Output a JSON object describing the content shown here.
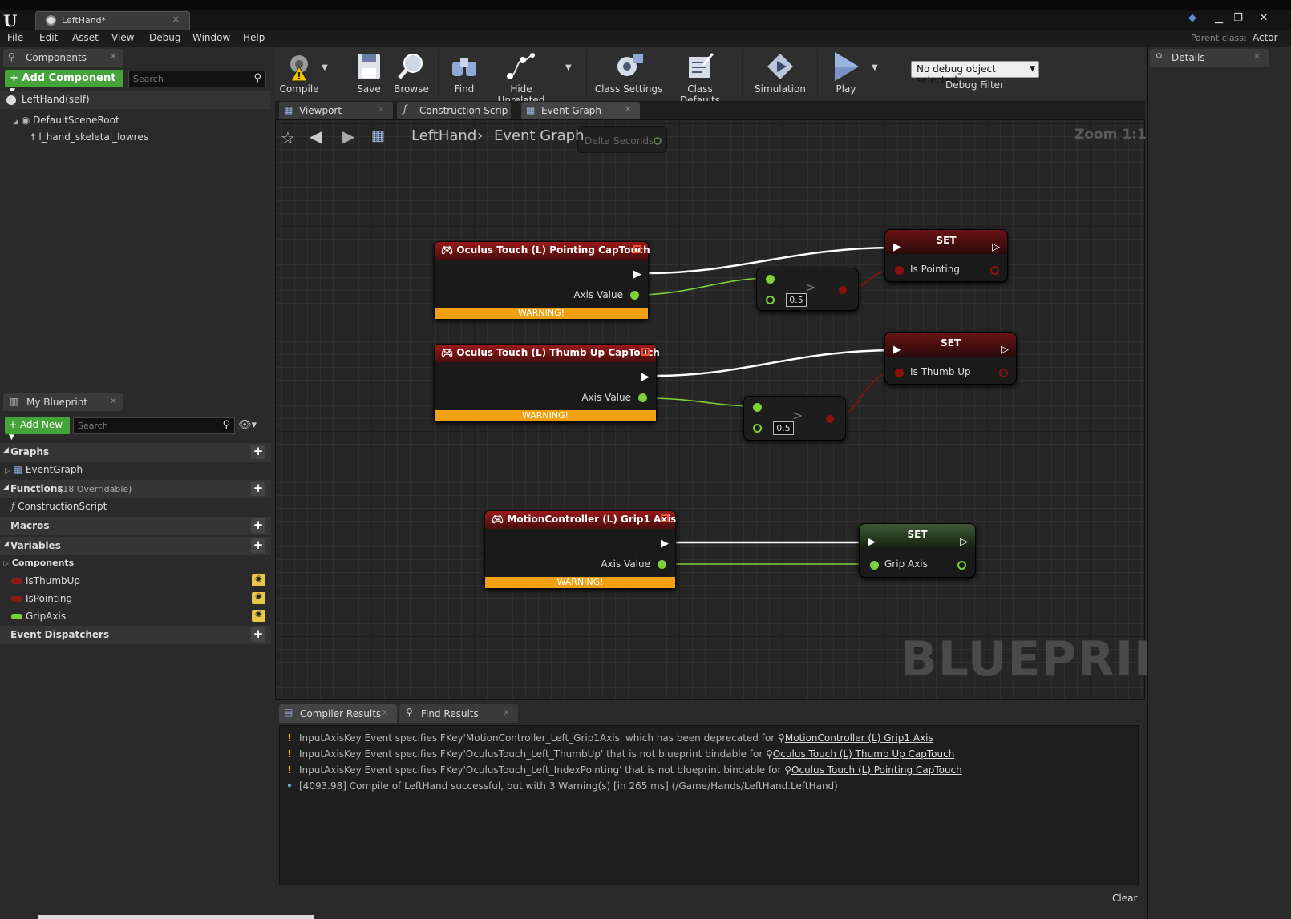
{
  "window": {
    "tab_title": "LeftHand*",
    "parent_class_label": "Parent class:",
    "parent_class_value": "Actor"
  },
  "menu": [
    "File",
    "Edit",
    "Asset",
    "View",
    "Debug",
    "Window",
    "Help"
  ],
  "components_panel": {
    "tab": "Components",
    "add_button": "+ Add Component",
    "search_placeholder": "Search",
    "self_item": "LeftHand(self)",
    "tree": [
      "DefaultSceneRoot",
      "l_hand_skeletal_lowres"
    ]
  },
  "my_blueprint": {
    "tab": "My Blueprint",
    "add_button": "+ Add New",
    "search_placeholder": "Search",
    "graphs": {
      "label": "Graphs",
      "items": [
        "EventGraph"
      ]
    },
    "functions": {
      "label": "Functions",
      "note": "(18 Overridable)",
      "items": [
        "ConstructionScript"
      ]
    },
    "macros": {
      "label": "Macros"
    },
    "variables": {
      "label": "Variables",
      "subcategory": "Components",
      "items": [
        {
          "name": "IsThumbUp",
          "color": "#8b1a1a"
        },
        {
          "name": "IsPointing",
          "color": "#8b1a1a"
        },
        {
          "name": "GripAxis",
          "color": "#7fd13b"
        }
      ]
    },
    "event_dispatchers": {
      "label": "Event Dispatchers"
    }
  },
  "toolbar": {
    "compile": "Compile",
    "save": "Save",
    "browse": "Browse",
    "find": "Find",
    "hide_unrelated": "Hide Unrelated",
    "class_settings": "Class Settings",
    "class_defaults": "Class Defaults",
    "simulation": "Simulation",
    "play": "Play",
    "debug_select": "No debug object selected",
    "debug_filter": "Debug Filter"
  },
  "editor_tabs": [
    "Viewport",
    "Construction Scrip",
    "Event Graph"
  ],
  "graph": {
    "breadcrumb_root": "LeftHand",
    "breadcrumb_current": "Event Graph",
    "zoom": "Zoom 1:1",
    "watermark": "BLUEPRINT",
    "ghost_pin": "Delta Seconds",
    "nodes": {
      "pointing": {
        "title": "Oculus Touch (L) Pointing CapTouch",
        "pin": "Axis Value",
        "warning": "WARNING!"
      },
      "thumb": {
        "title": "Oculus Touch (L) Thumb Up CapTouch",
        "pin": "Axis Value",
        "warning": "WARNING!"
      },
      "grip": {
        "title": "MotionController (L) Grip1 Axis",
        "pin": "Axis Value",
        "warning": "WARNING!"
      },
      "set_pointing": {
        "title": "SET",
        "var": "Is Pointing"
      },
      "set_thumb": {
        "title": "SET",
        "var": "Is Thumb Up"
      },
      "set_grip": {
        "title": "SET",
        "var": "Grip Axis"
      },
      "gt1": {
        "value": "0.5"
      },
      "gt2": {
        "value": "0.5"
      }
    }
  },
  "bottom_tabs": [
    "Compiler Results",
    "Find Results"
  ],
  "log": [
    {
      "text": "InputAxisKey Event specifies FKey'MotionController_Left_Grip1Axis' which has been deprecated for ",
      "link": "MotionController (L) Grip1 Axis",
      "kind": "warning"
    },
    {
      "text": "InputAxisKey Event specifies FKey'OculusTouch_Left_ThumbUp' that is not blueprint bindable for ",
      "link": "Oculus Touch (L) Thumb Up CapTouch",
      "kind": "warning"
    },
    {
      "text": "InputAxisKey Event specifies FKey'OculusTouch_Left_IndexPointing' that is not blueprint bindable for ",
      "link": "Oculus Touch (L) Pointing CapTouch",
      "kind": "warning"
    },
    {
      "text": "[4093.98] Compile of LeftHand successful, but with 3 Warning(s) [in 265 ms] (/Game/Hands/LeftHand.LeftHand)",
      "link": "",
      "kind": "info"
    }
  ],
  "clear_button": "Clear",
  "details": {
    "tab": "Details"
  }
}
